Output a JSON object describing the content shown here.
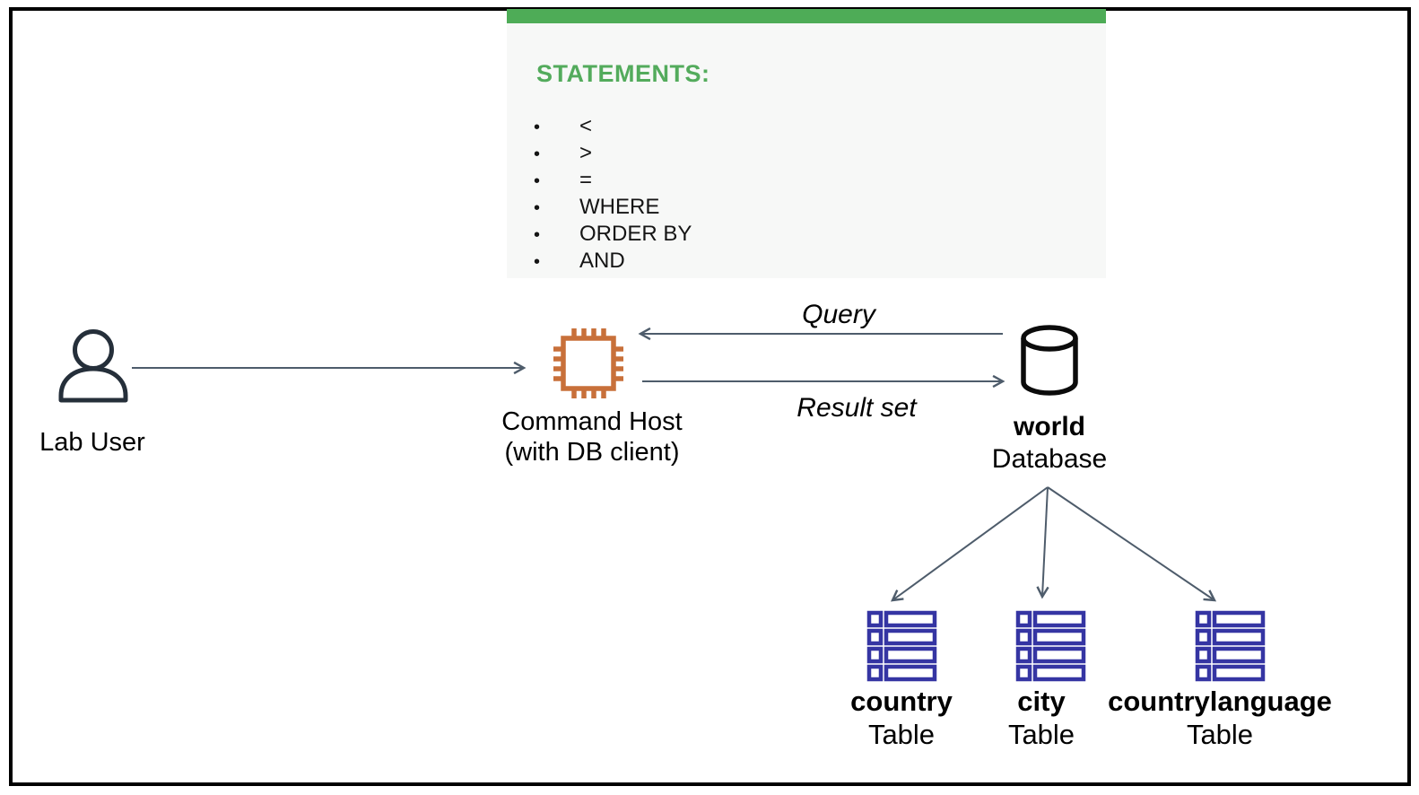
{
  "diagram": {
    "statements_panel": {
      "title": "STATEMENTS:",
      "bullet_char": "•",
      "items": [
        "<",
        ">",
        "=",
        "WHERE",
        "ORDER BY",
        "AND"
      ],
      "bar_color": "#4eac57",
      "title_color": "#53ab5c",
      "bg_color": "#f7f8f7"
    },
    "nodes": {
      "lab_user": {
        "label": "Lab User"
      },
      "command_host": {
        "title": "Command Host",
        "subtitle": "(with DB client)"
      },
      "database": {
        "name": "world",
        "kind": "Database"
      },
      "tables": [
        {
          "name": "country",
          "kind": "Table"
        },
        {
          "name": "city",
          "kind": "Table"
        },
        {
          "name": "countrylanguage",
          "kind": "Table"
        }
      ]
    },
    "edges": {
      "query_label": "Query",
      "result_label": "Result set"
    },
    "colors": {
      "arrow": "#4e5c6b",
      "user_icon": "#252f3a",
      "chip_icon": "#c8703a",
      "db_icon": "#0b0b0b",
      "table_icon": "#3535a3",
      "border": "#000000"
    }
  }
}
